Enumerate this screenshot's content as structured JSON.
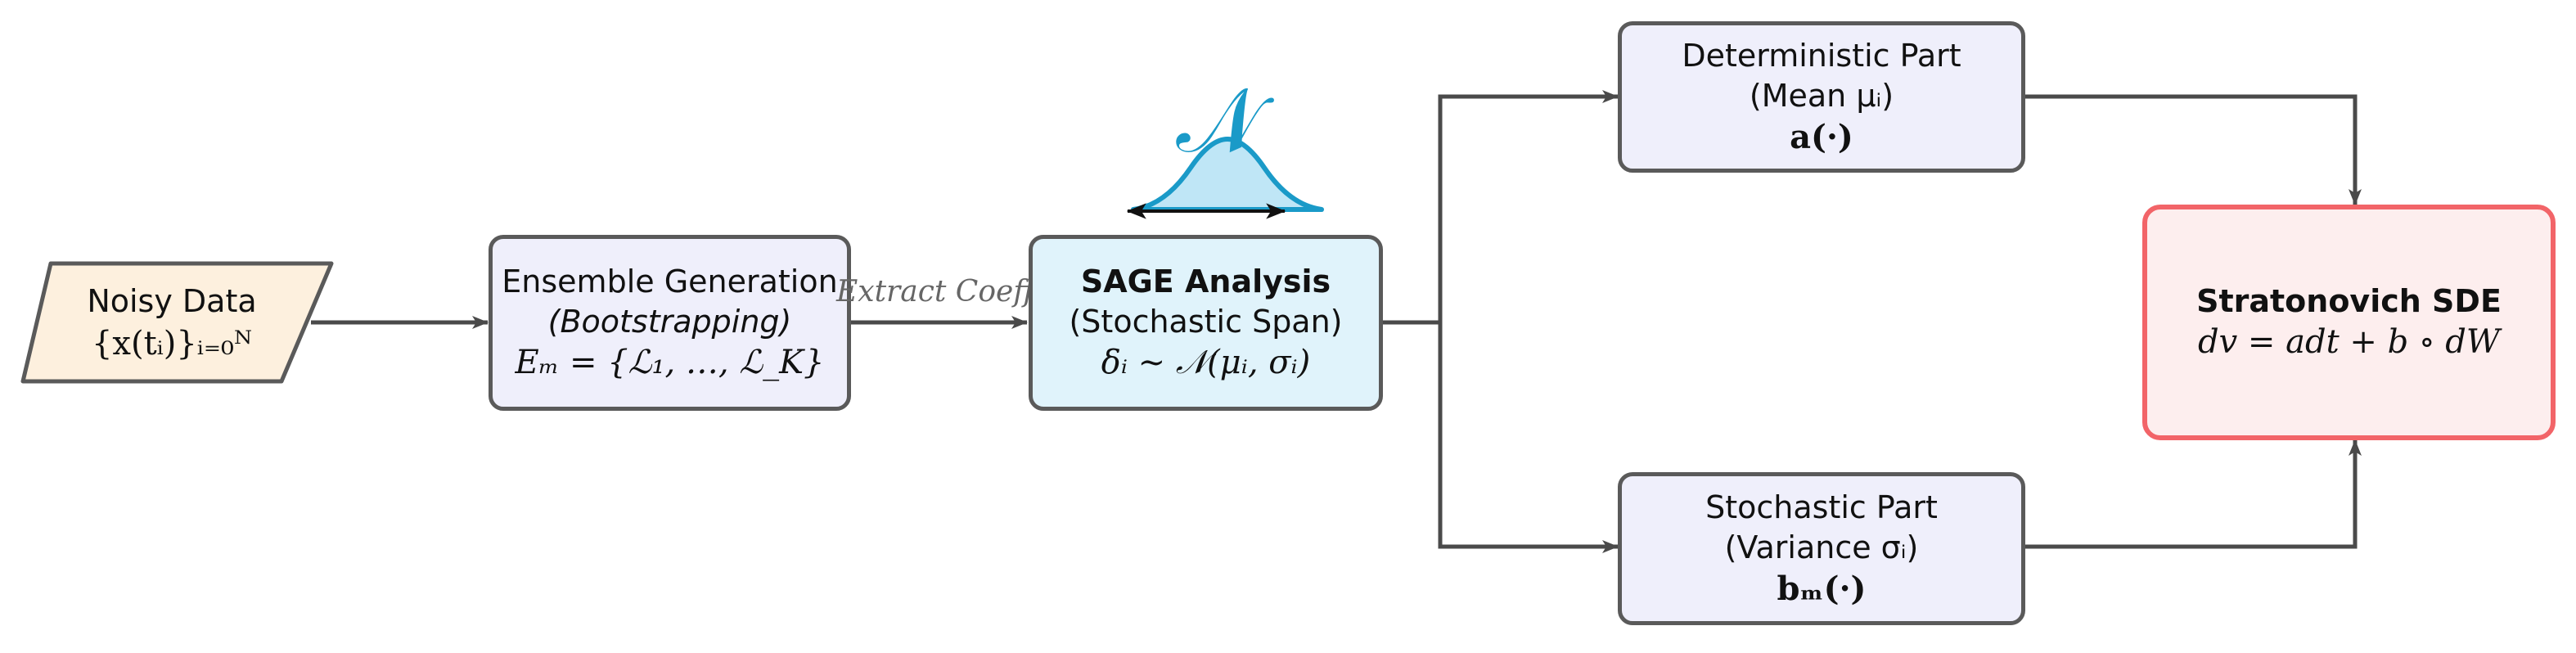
{
  "nodes": {
    "noisy_data": {
      "title": "Noisy Data",
      "formula": "{x(tᵢ)}ᵢ₌₀ᴺ"
    },
    "ensemble": {
      "title": "Ensemble Generation",
      "subtitle": "(Bootstrapping)",
      "formula": "Eₘ = {ℒ₁, …, ℒ_K}"
    },
    "sage": {
      "title": "SAGE Analysis",
      "subtitle": "(Stochastic Span)",
      "formula": "δᵢ ∼ 𝒩(μᵢ, σᵢ)"
    },
    "deterministic": {
      "title": "Deterministic Part",
      "subtitle": "(Mean μᵢ)",
      "formula": "a(·)"
    },
    "stochastic": {
      "title": "Stochastic Part",
      "subtitle": "(Variance σᵢ)",
      "formula": "bₘ(·)"
    },
    "sde": {
      "title": "Stratonovich SDE",
      "formula": "dv = adt + b ∘ dW"
    }
  },
  "edges": {
    "ensemble_to_sage_label": "Extract Coeffs"
  },
  "gaussian_icon": {
    "symbol": "𝒩"
  },
  "colors": {
    "line": "#4a4a4a",
    "node_border": "#5a5a5a",
    "data_fill": "#fdf0de",
    "process_fill": "#efeffb",
    "sage_fill": "#e0f3fb",
    "sde_border": "#f26468",
    "sde_fill": "#fdeeee",
    "gaussian": "#1a9ac8",
    "gaussian_fill": "#bfe6f6"
  }
}
